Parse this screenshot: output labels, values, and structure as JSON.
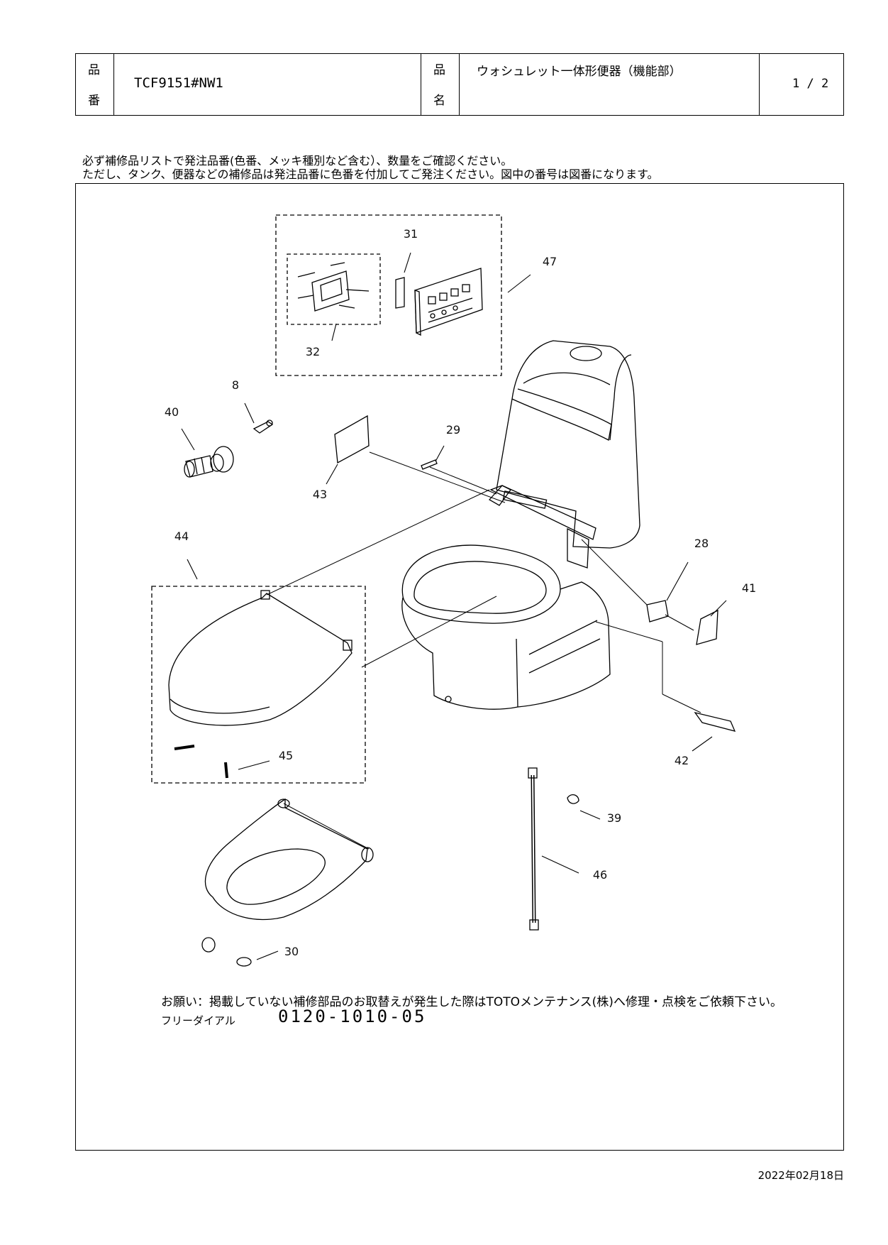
{
  "header": {
    "part_no_label_1": "品",
    "part_no_label_2": "番",
    "part_no": "TCF9151#NW1",
    "name_label_1": "品",
    "name_label_2": "名",
    "name": "ウォシュレット一体形便器（機能部）",
    "page": "1 / 2"
  },
  "notes": {
    "line1": "必ず補修品リストで発注品番(色番、メッキ種別など含む）、数量をご確認ください。",
    "line2": "ただし、タンク、便器などの補修品は発注品番に色番を付加してご発注ください。図中の番号は図番になります。"
  },
  "callouts": [
    "31",
    "47",
    "32",
    "8",
    "40",
    "29",
    "43",
    "44",
    "28",
    "41",
    "42",
    "45",
    "39",
    "46",
    "30"
  ],
  "footer": {
    "request": "お願い：掲載していない補修部品のお取替えが発生した際はTOTOメンテナンス(株)へ修理・点検をご依頼下さい。",
    "dial_label": "フリーダイアル",
    "dial_number": "0120-1010-05"
  },
  "date": "2022年02月18日"
}
